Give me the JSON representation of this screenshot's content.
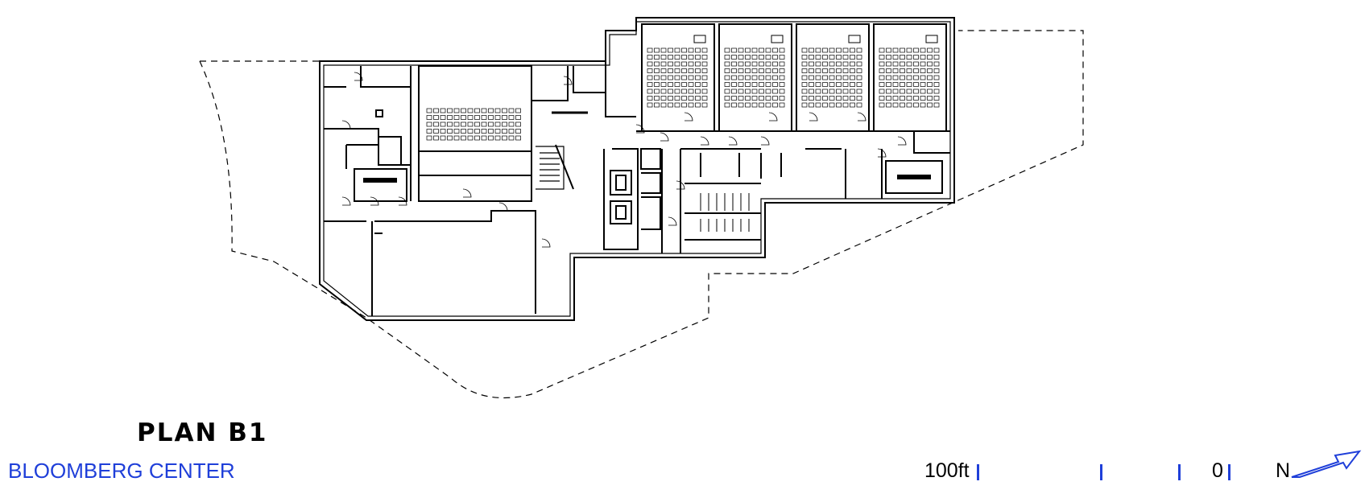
{
  "plan": {
    "title": "PLAN B1",
    "subtitle": "BLOOMBERG CENTER"
  },
  "scale_bar": {
    "label_left": "100ft",
    "label_right": "0"
  },
  "north": {
    "label": "N"
  },
  "colors": {
    "accent": "#1f3fd9",
    "line": "#000000",
    "background": "#ffffff"
  },
  "icons": [
    "north-arrow-icon"
  ]
}
